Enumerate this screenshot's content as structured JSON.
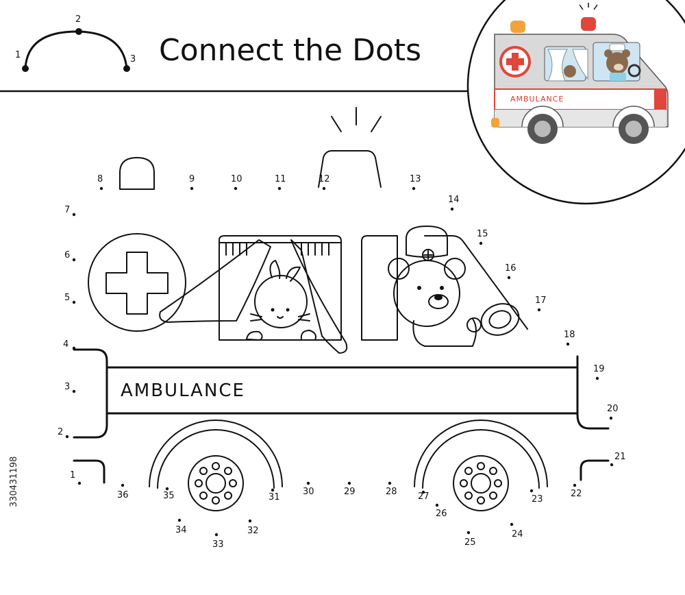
{
  "title": "Connect the Dots",
  "example": {
    "labels": [
      "1",
      "2",
      "3"
    ]
  },
  "vehicle_label": "AMBULANCE",
  "preview": {
    "vehicle_label": "AMBULANCE"
  },
  "stock_id": "330431198",
  "dots": [
    "1",
    "2",
    "3",
    "4",
    "5",
    "6",
    "7",
    "8",
    "9",
    "10",
    "11",
    "12",
    "13",
    "14",
    "15",
    "16",
    "17",
    "18",
    "19",
    "20",
    "21",
    "22",
    "23",
    "24",
    "25",
    "26",
    "27",
    "28",
    "29",
    "30",
    "31",
    "32",
    "33",
    "34",
    "35",
    "36"
  ],
  "colors": {
    "line": "#111111",
    "preview_body": "#d9d9d9",
    "preview_red": "#e0463b",
    "preview_orange": "#f2a33a",
    "preview_window": "#cfe6f2"
  },
  "icons": [
    "cross-icon",
    "steering-wheel-icon",
    "wheel-icon",
    "siren-icon"
  ]
}
